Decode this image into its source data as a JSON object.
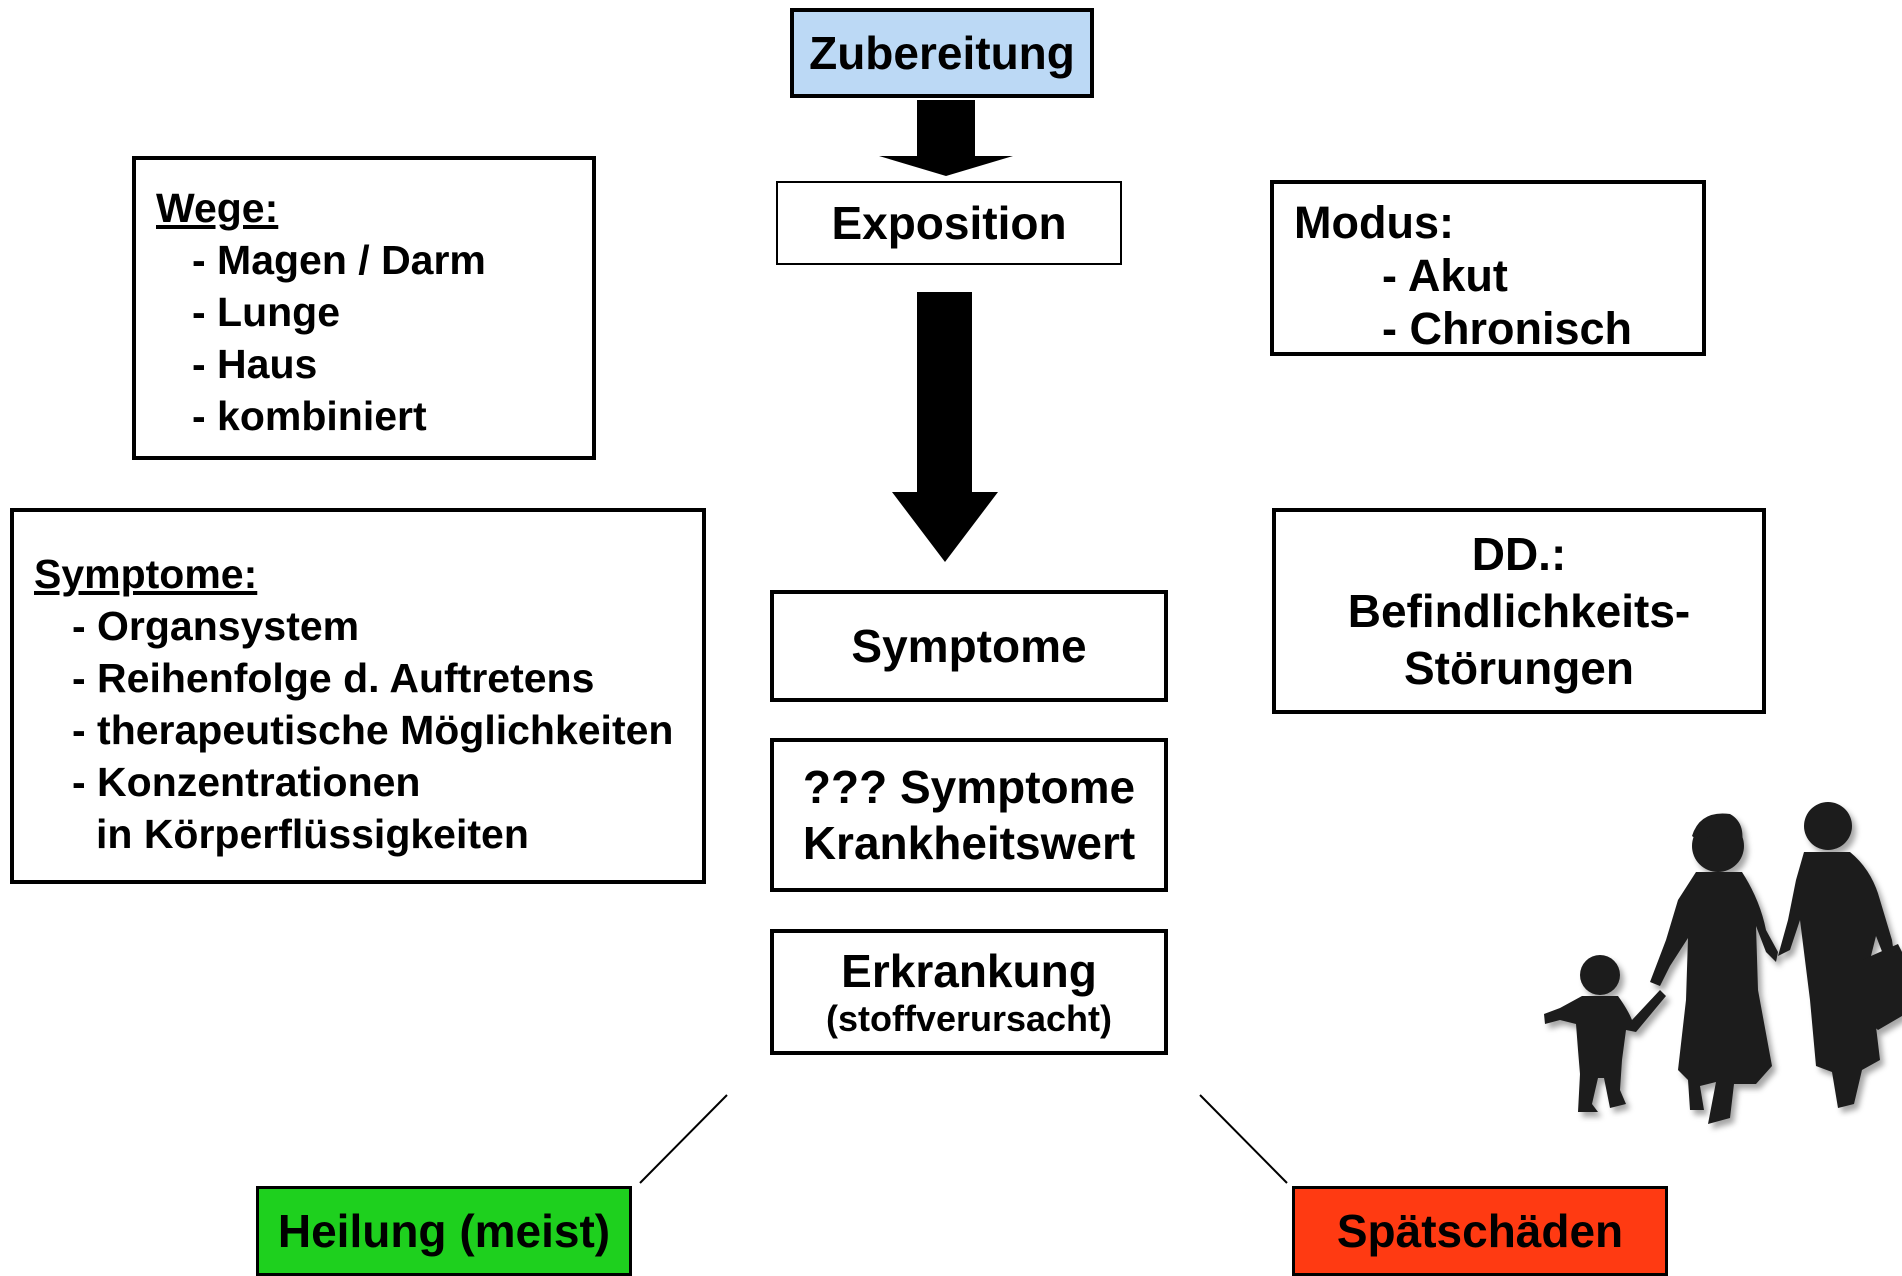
{
  "zubereitung": "Zubereitung",
  "exposition": "Exposition",
  "wege": {
    "title": "Wege:",
    "items": [
      "- Magen / Darm",
      "- Lunge",
      "- Haus",
      "- kombiniert"
    ]
  },
  "modus": {
    "title": "Modus:",
    "items": [
      "- Akut",
      "- Chronisch"
    ]
  },
  "symptome_list": {
    "title": "Symptome:",
    "items": [
      "- Organsystem",
      "- Reihenfolge d. Auftretens",
      "- therapeutische Möglichkeiten",
      "- Konzentrationen",
      "in Körperflüssigkeiten"
    ]
  },
  "symptome": "Symptome",
  "krankheitswert": {
    "line1": "??? Symptome",
    "line2": "Krankheitswert"
  },
  "erkrankung": {
    "main": "Erkrankung",
    "sub": "(stoffverursacht)"
  },
  "dd": {
    "line1": "DD.:",
    "line2": "Befindlichkeits-",
    "line3": "Störungen"
  },
  "heilung": "Heilung (meist)",
  "spaetschaeden": "Spätschäden",
  "colors": {
    "zubereitung_bg": "#bcd9f5",
    "heilung_bg": "#1ed01e",
    "spaetschaeden_bg": "#ff3a12",
    "silhouette": "#1c1c1c"
  }
}
